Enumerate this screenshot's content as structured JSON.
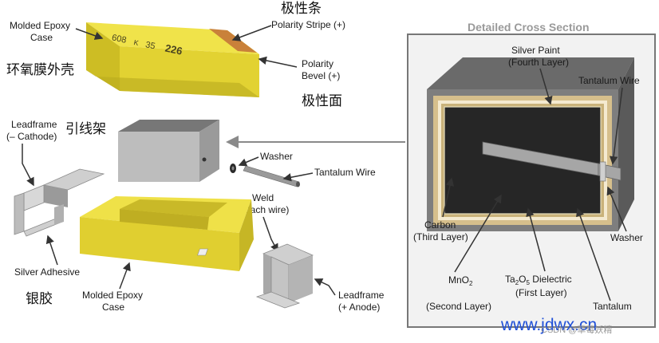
{
  "labels": {
    "molded_epoxy_case_top": [
      "Molded Epoxy",
      "Case"
    ],
    "cn_epoxy_shell": "环氧膜外壳",
    "cn_polarity_stripe": "极性条",
    "polarity_stripe": "Polarity Stripe (+)",
    "polarity_bevel": [
      "Polarity",
      "Bevel (+)"
    ],
    "cn_polarity_face": "极性面",
    "leadframe_cathode": [
      "Leadframe",
      "(– Cathode)"
    ],
    "cn_leadframe": "引线架",
    "washer": "Washer",
    "tantalum_wire": "Tantalum Wire",
    "weld": [
      "Weld",
      "(to attach wire)"
    ],
    "silver_adhesive": "Silver Adhesive",
    "cn_silver_glue": "银胶",
    "molded_epoxy_case_bottom": [
      "Molded Epoxy",
      "Case"
    ],
    "leadframe_anode": [
      "Leadframe",
      "(+ Anode)"
    ],
    "chip_markings": [
      "226",
      "35",
      "K",
      "608"
    ]
  },
  "cross_section": {
    "title": "Detailed Cross Section",
    "silver_paint": [
      "Silver Paint",
      "(Fourth Layer)"
    ],
    "tantalum_wire": "Tantalum Wire",
    "carbon": [
      "Carbon",
      "(Third Layer)"
    ],
    "washer": "Washer",
    "mno2": "MnO2 (Second Layer)",
    "dielectric": "Ta2O5 Dielectric (First Layer)",
    "tantalum": "Tantalum"
  },
  "watermark": {
    "site": "www.jdwx.cn",
    "small": "CSDN @草莓妖精"
  },
  "colors": {
    "epoxy_yellow": "#e8d93a",
    "epoxy_dark": "#c8b82a",
    "metal": "#b9b9b9",
    "box_dark": "#3a3a3a",
    "border_gray": "#777777",
    "watermark_blue": "#1e4fd8"
  }
}
